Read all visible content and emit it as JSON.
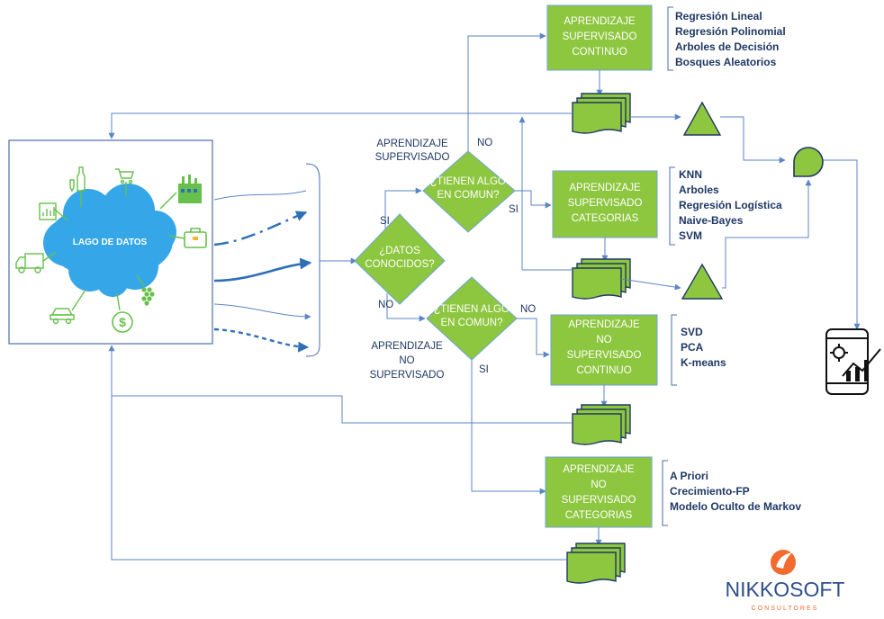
{
  "lake": {
    "title": "LAGO DE DATOS"
  },
  "decisions": {
    "known": [
      "¿DATOS",
      "CONOCIDOS?"
    ],
    "common_top": [
      "¿TIENEN ALGO",
      "EN COMUN?"
    ],
    "common_bottom": [
      "¿TIENEN ALGO",
      "EN COMUN?"
    ]
  },
  "labels": {
    "supervised": [
      "APRENDIZAJE",
      "SUPERVISADO"
    ],
    "unsupervised": [
      "APRENDIZAJE",
      "NO",
      "SUPERVISADO"
    ],
    "si": "SI",
    "no": "NO"
  },
  "boxes": {
    "sup_cont": [
      "APRENDIZAJE",
      "SUPERVISADO",
      "CONTINUO"
    ],
    "sup_cat": [
      "APRENDIZAJE",
      "SUPERVISADO",
      "CATEGORIAS"
    ],
    "unsup_cont": [
      "APRENDIZAJE",
      "NO",
      "SUPERVISADO",
      "CONTINUO"
    ],
    "unsup_cat": [
      "APRENDIZAJE",
      "NO",
      "SUPERVISADO",
      "CATEGORIAS"
    ]
  },
  "algorithms": {
    "sup_cont": [
      "Regresión Lineal",
      "Regresión Polinomial",
      "Arboles de Decisión",
      "Bosques Aleatorios"
    ],
    "sup_cat": [
      "KNN",
      "Arboles",
      "Regresión Logística",
      "Naive-Bayes",
      "SVM"
    ],
    "unsup_cont": [
      "SVD",
      "PCA",
      "K-means"
    ],
    "unsup_cat": [
      "A Priori",
      "Crecimiento-FP",
      "Modelo Oculto de Markov"
    ]
  },
  "logo": {
    "name": "NIKKOSOFT",
    "tagline": "CONSULTORES"
  },
  "colors": {
    "green": "#8dc63f",
    "navy": "#1f3864",
    "line": "#5b86c5",
    "cloud": "#35a7e8",
    "orange": "#f26a2e"
  }
}
